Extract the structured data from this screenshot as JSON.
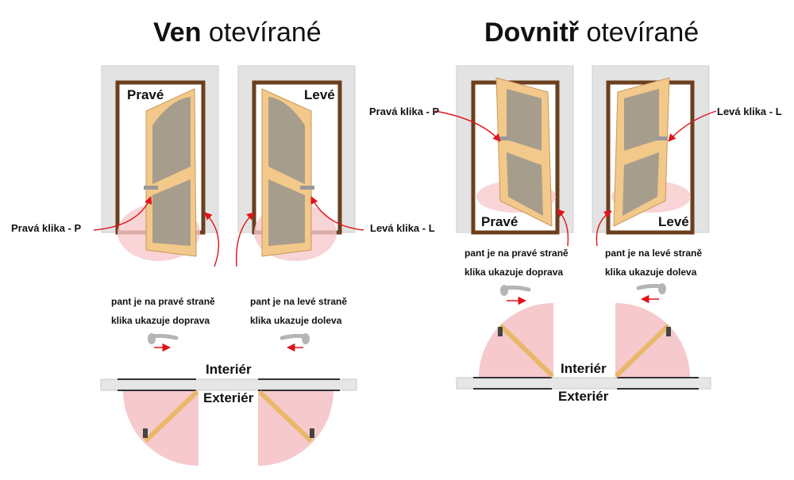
{
  "titles": {
    "outward": {
      "bold": "Ven",
      "rest": " otevírané"
    },
    "inward": {
      "bold": "Dovnitř",
      "rest": " otevírané"
    }
  },
  "labels": {
    "right": "Pravé",
    "left": "Levé",
    "right_handle": "Pravá klika - P",
    "left_handle": "Levá klika - L"
  },
  "notes": {
    "right": [
      "pant je na pravé straně",
      "klika ukazuje doprava"
    ],
    "left": [
      "pant je na levé straně",
      "klika ukazuje doleva"
    ]
  },
  "plan": {
    "interior": "Interiér",
    "exterior": "Exteriér"
  },
  "colors": {
    "wall": "#e3e3e3",
    "frame": "#6b3f1e",
    "door": "#f2c98a",
    "glass": "#8e8e8e",
    "swing": "#f6c9cc",
    "arrow": "#e0141b"
  },
  "icons": [
    "door-handle-icon",
    "direction-arrow-icon"
  ]
}
